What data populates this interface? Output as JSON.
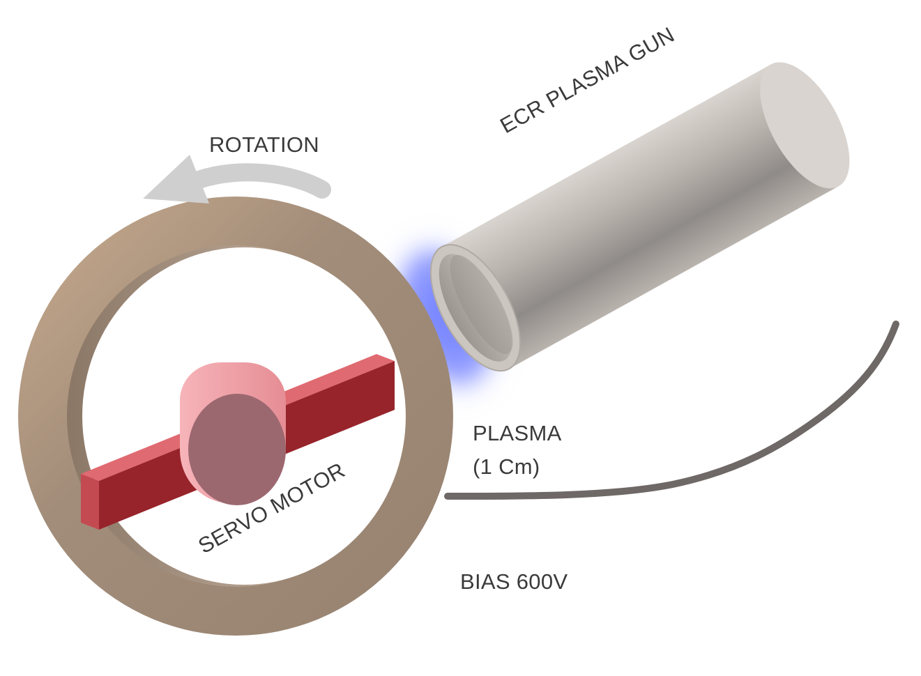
{
  "labels": {
    "gun": "ECR PLASMA GUN",
    "rotation": "ROTATION",
    "plasma_line1": "PLASMA",
    "plasma_line2": "(1 Cm)",
    "motor": "SERVO MOTOR",
    "bias": "BIAS 600V"
  },
  "colors": {
    "ring_front": "#9a8572",
    "ring_inner": "#a08c79",
    "bar_front": "#97242b",
    "bar_top": "#e06a71",
    "hub_side": "#f0a4aa",
    "hub_face": "#9c6870",
    "gun_body": "#b8b3ae",
    "plasma_glow": "#6f7dff",
    "arrow": "#cfcfcf",
    "cable": "#6e6866",
    "text": "#3a3a3a"
  }
}
